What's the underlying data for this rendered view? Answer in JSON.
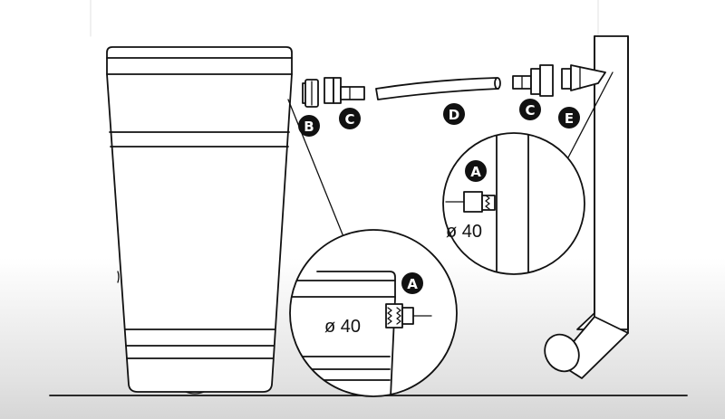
{
  "labels": {
    "A": "A",
    "B": "B",
    "C": "C",
    "D": "D",
    "E": "E"
  },
  "dimension": "ø 40",
  "colors": {
    "line": "#111111",
    "badge": "#111111",
    "badge_text": "#ffffff",
    "background": "#ffffff"
  }
}
